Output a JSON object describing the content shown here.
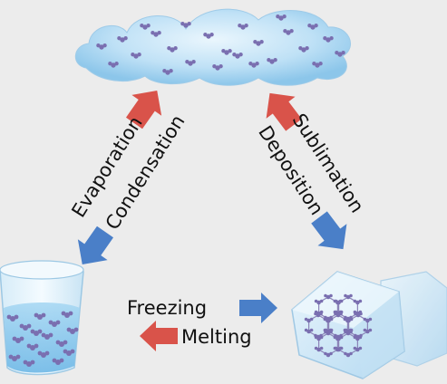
{
  "labels": {
    "evaporation": "Evaporation",
    "condensation": "Condensation",
    "sublimation": "Sublimation",
    "deposition": "Deposition",
    "freezing": "Freezing",
    "melting": "Melting"
  },
  "colors": {
    "background": "#ececec",
    "red_arrow": "#d9534a",
    "blue_arrow": "#4a7fc8",
    "text": "#111111",
    "molecule": "#7a6fb0"
  },
  "icons": {
    "gas": "cloud-icon",
    "liquid": "water-glass-icon",
    "solid": "ice-cube-icon"
  }
}
